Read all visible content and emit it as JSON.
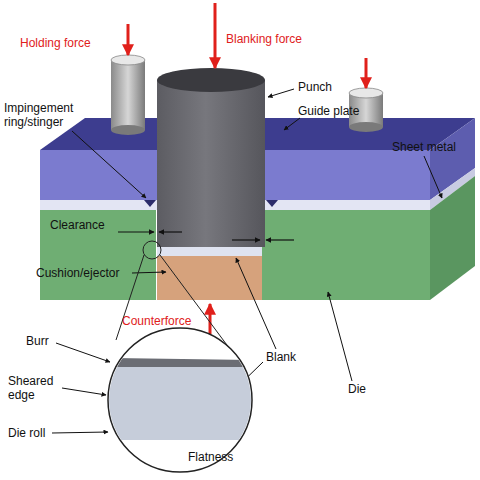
{
  "diagram": {
    "labels": [
      "Holding force",
      "Blanking force",
      "Punch",
      "Guide plate",
      "Impingement ring/stinger",
      "Sheet metal",
      "Clearance",
      "Cushion/ejector",
      "Counterforce",
      "Blank",
      "Die",
      "Burr",
      "Sheared edge",
      "Die roll",
      "Flatness"
    ]
  }
}
